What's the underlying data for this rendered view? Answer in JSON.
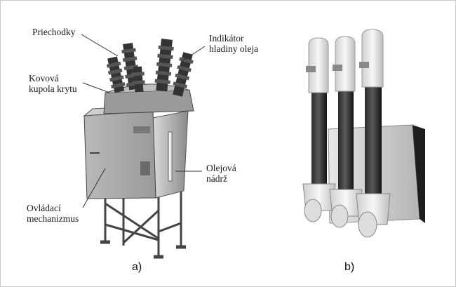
{
  "figure": {
    "panel_a": {
      "caption": "a)",
      "labels": {
        "bushings": "Priechodky",
        "cover_line1": "Kovová",
        "cover_line2": "kupola krytu",
        "indicator_line1": "Indikátor",
        "indicator_line2": "hladiny oleja",
        "tank_line1": "Olejová",
        "tank_line2": "nádrž",
        "mechanism_line1": "Ovládací",
        "mechanism_line2": "mechanizmus"
      }
    },
    "panel_b": {
      "caption": "b)"
    }
  }
}
